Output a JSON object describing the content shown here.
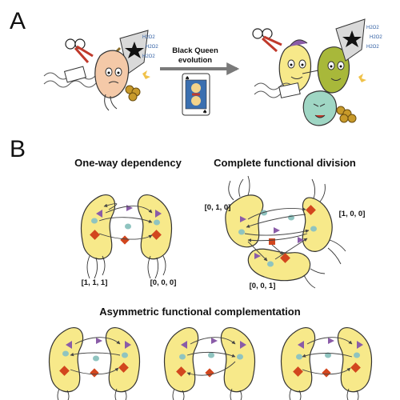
{
  "panel_a": {
    "letter": "A",
    "arrow_label_line1": "Black Queen",
    "arrow_label_line2": "evolution",
    "h2o2_text": "H2O2"
  },
  "panel_b": {
    "letter": "B",
    "one_way": {
      "title": "One-way dependency",
      "left_vector": "[1, 1, 1]",
      "right_vector": "[0, 0, 0]"
    },
    "complete": {
      "title": "Complete functional division",
      "top_vector": "[0, 1, 0]",
      "right_vector": "[1, 0, 0]",
      "bottom_vector": "[0, 0, 1]"
    },
    "asymmetric": {
      "title": "Asymmetric functional complementation"
    }
  },
  "colors": {
    "cell_fill": "#f7e98a",
    "purple": "#8a5ca8",
    "teal": "#8fc4c0",
    "red": "#d2461e",
    "arrow": "#555555"
  }
}
